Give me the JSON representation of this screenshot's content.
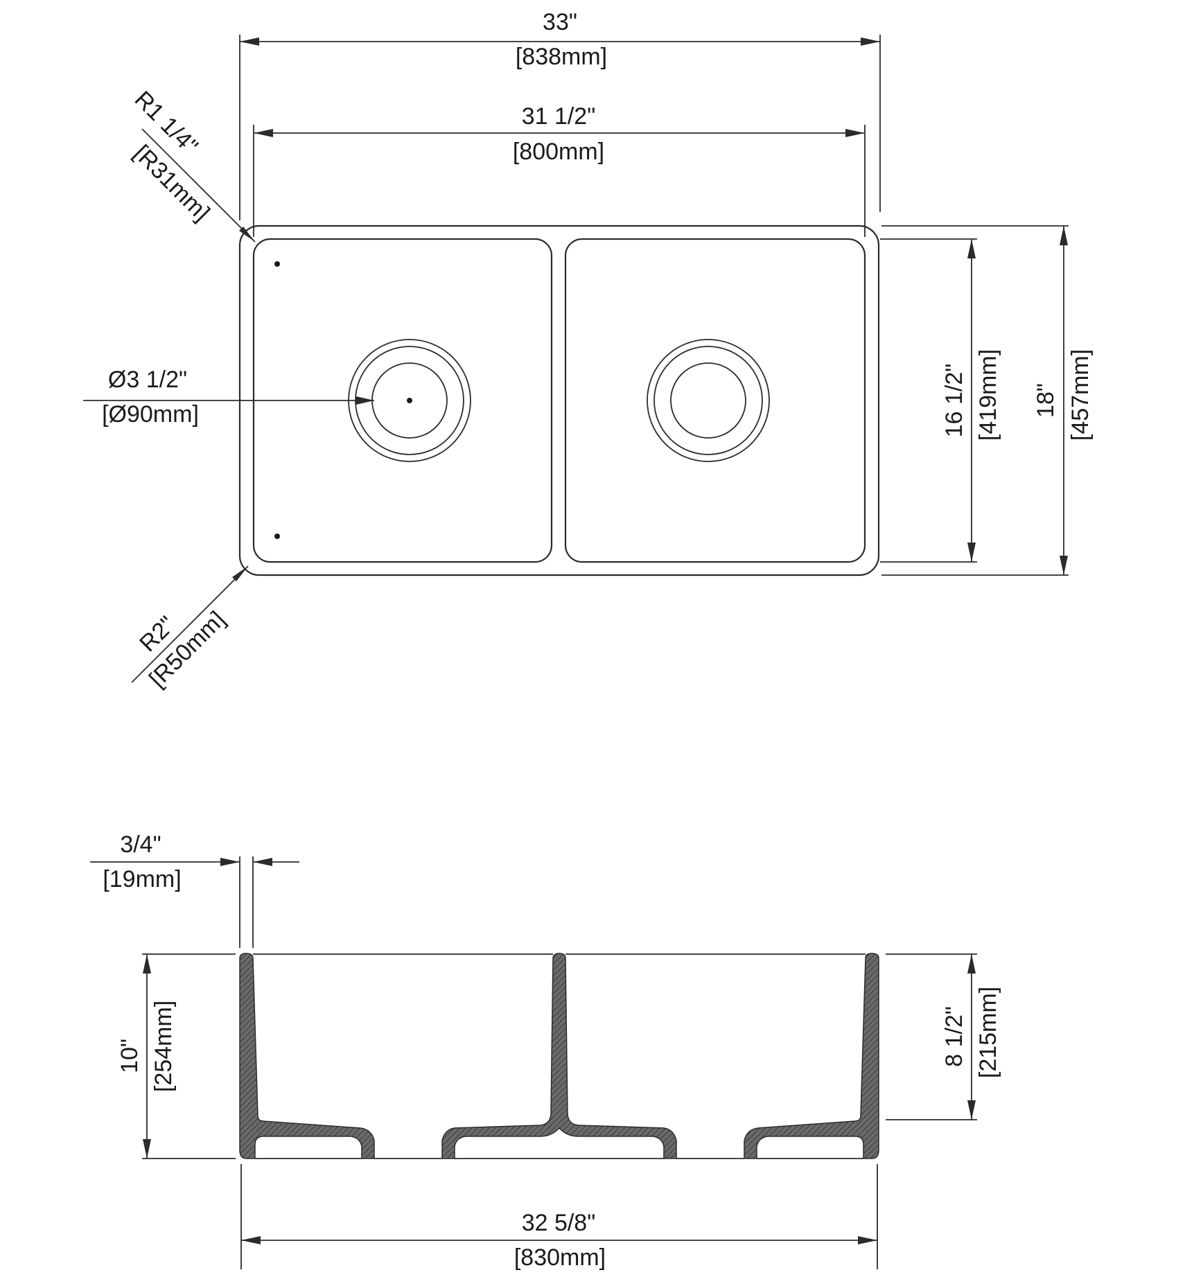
{
  "top_view": {
    "overall_width_in": "33\"",
    "overall_width_mm": "[838mm]",
    "inner_width_in": "31 1/2\"",
    "inner_width_mm": "[800mm]",
    "corner_radius_top_in": "R1 1/4\"",
    "corner_radius_top_mm": "[R31mm]",
    "corner_radius_bottom_in": "R2\"",
    "corner_radius_bottom_mm": "[R50mm]",
    "drain_diameter_in": "Ø3 1/2\"",
    "drain_diameter_mm": "[Ø90mm]",
    "bowl_depth_in": "16 1/2\"",
    "bowl_depth_mm": "[419mm]",
    "overall_depth_in": "18\"",
    "overall_depth_mm": "[457mm]"
  },
  "side_view": {
    "wall_thickness_in": "3/4\"",
    "wall_thickness_mm": "[19mm]",
    "height_in": "10\"",
    "height_mm": "[254mm]",
    "bowl_height_in": "8 1/2\"",
    "bowl_height_mm": "[215mm]",
    "base_width_in": "32 5/8\"",
    "base_width_mm": "[830mm]"
  }
}
